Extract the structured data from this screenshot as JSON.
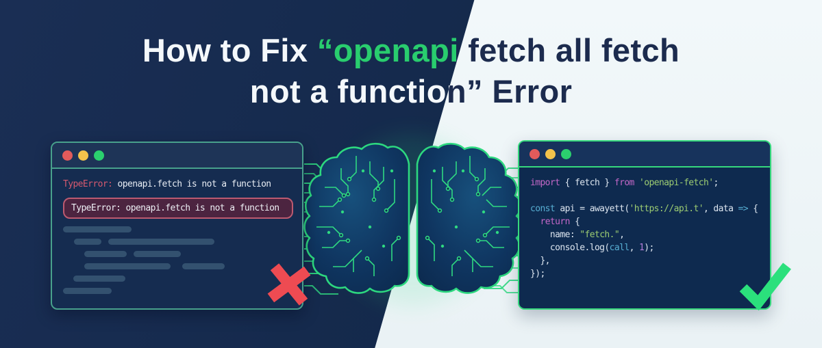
{
  "title": {
    "line1_pre": "How to Fix ",
    "line1_green": "“openapi",
    "line1_post": " fetch all fetch",
    "line2": "not a function” Error"
  },
  "colors": {
    "accent_green": "#29cd6e",
    "navy_bg": "#152a4d",
    "light_bg": "#eef6f8",
    "error_red": "#ee4b52",
    "success_green": "#2be07c",
    "left_window_border": "#48a18c",
    "right_window_border": "#36d97d"
  },
  "icons": {
    "left_traffic_lights": [
      "close-dot",
      "minimize-dot",
      "zoom-dot"
    ],
    "right_traffic_lights": [
      "close-dot",
      "minimize-dot",
      "zoom-dot"
    ],
    "left_status": "x-mark",
    "right_status": "checkmark",
    "center_art": "circuit-brain"
  },
  "left_window": {
    "error_label": "TypeError:",
    "error_message": " openapi.fetch is not a function",
    "error_box_text": "TypeError: openapi.fetch is not a function"
  },
  "right_window": {
    "code_lines": [
      [
        {
          "t": "import"
        },
        {
          "t": " { fetch } "
        },
        {
          "t": "from"
        },
        {
          "t": " "
        },
        {
          "t": "'openapi-fetch'"
        },
        {
          "t": ";"
        }
      ],
      [],
      [
        {
          "t": "const"
        },
        {
          "t": " api = awayett("
        },
        {
          "t": "'https://api.t'"
        },
        {
          "t": ", data "
        },
        {
          "t": "=>"
        },
        {
          "t": " {"
        }
      ],
      [
        {
          "t": "  "
        },
        {
          "t": "return"
        },
        {
          "t": " {"
        }
      ],
      [
        {
          "t": "    name: "
        },
        {
          "t": "\"fetch.\""
        },
        {
          "t": ","
        }
      ],
      [
        {
          "t": "    console.log("
        },
        {
          "t": "call"
        },
        {
          "t": ", "
        },
        {
          "t": "1"
        },
        {
          "t": ");"
        }
      ],
      [
        {
          "t": "  },"
        }
      ],
      [
        {
          "t": "});"
        }
      ]
    ]
  }
}
